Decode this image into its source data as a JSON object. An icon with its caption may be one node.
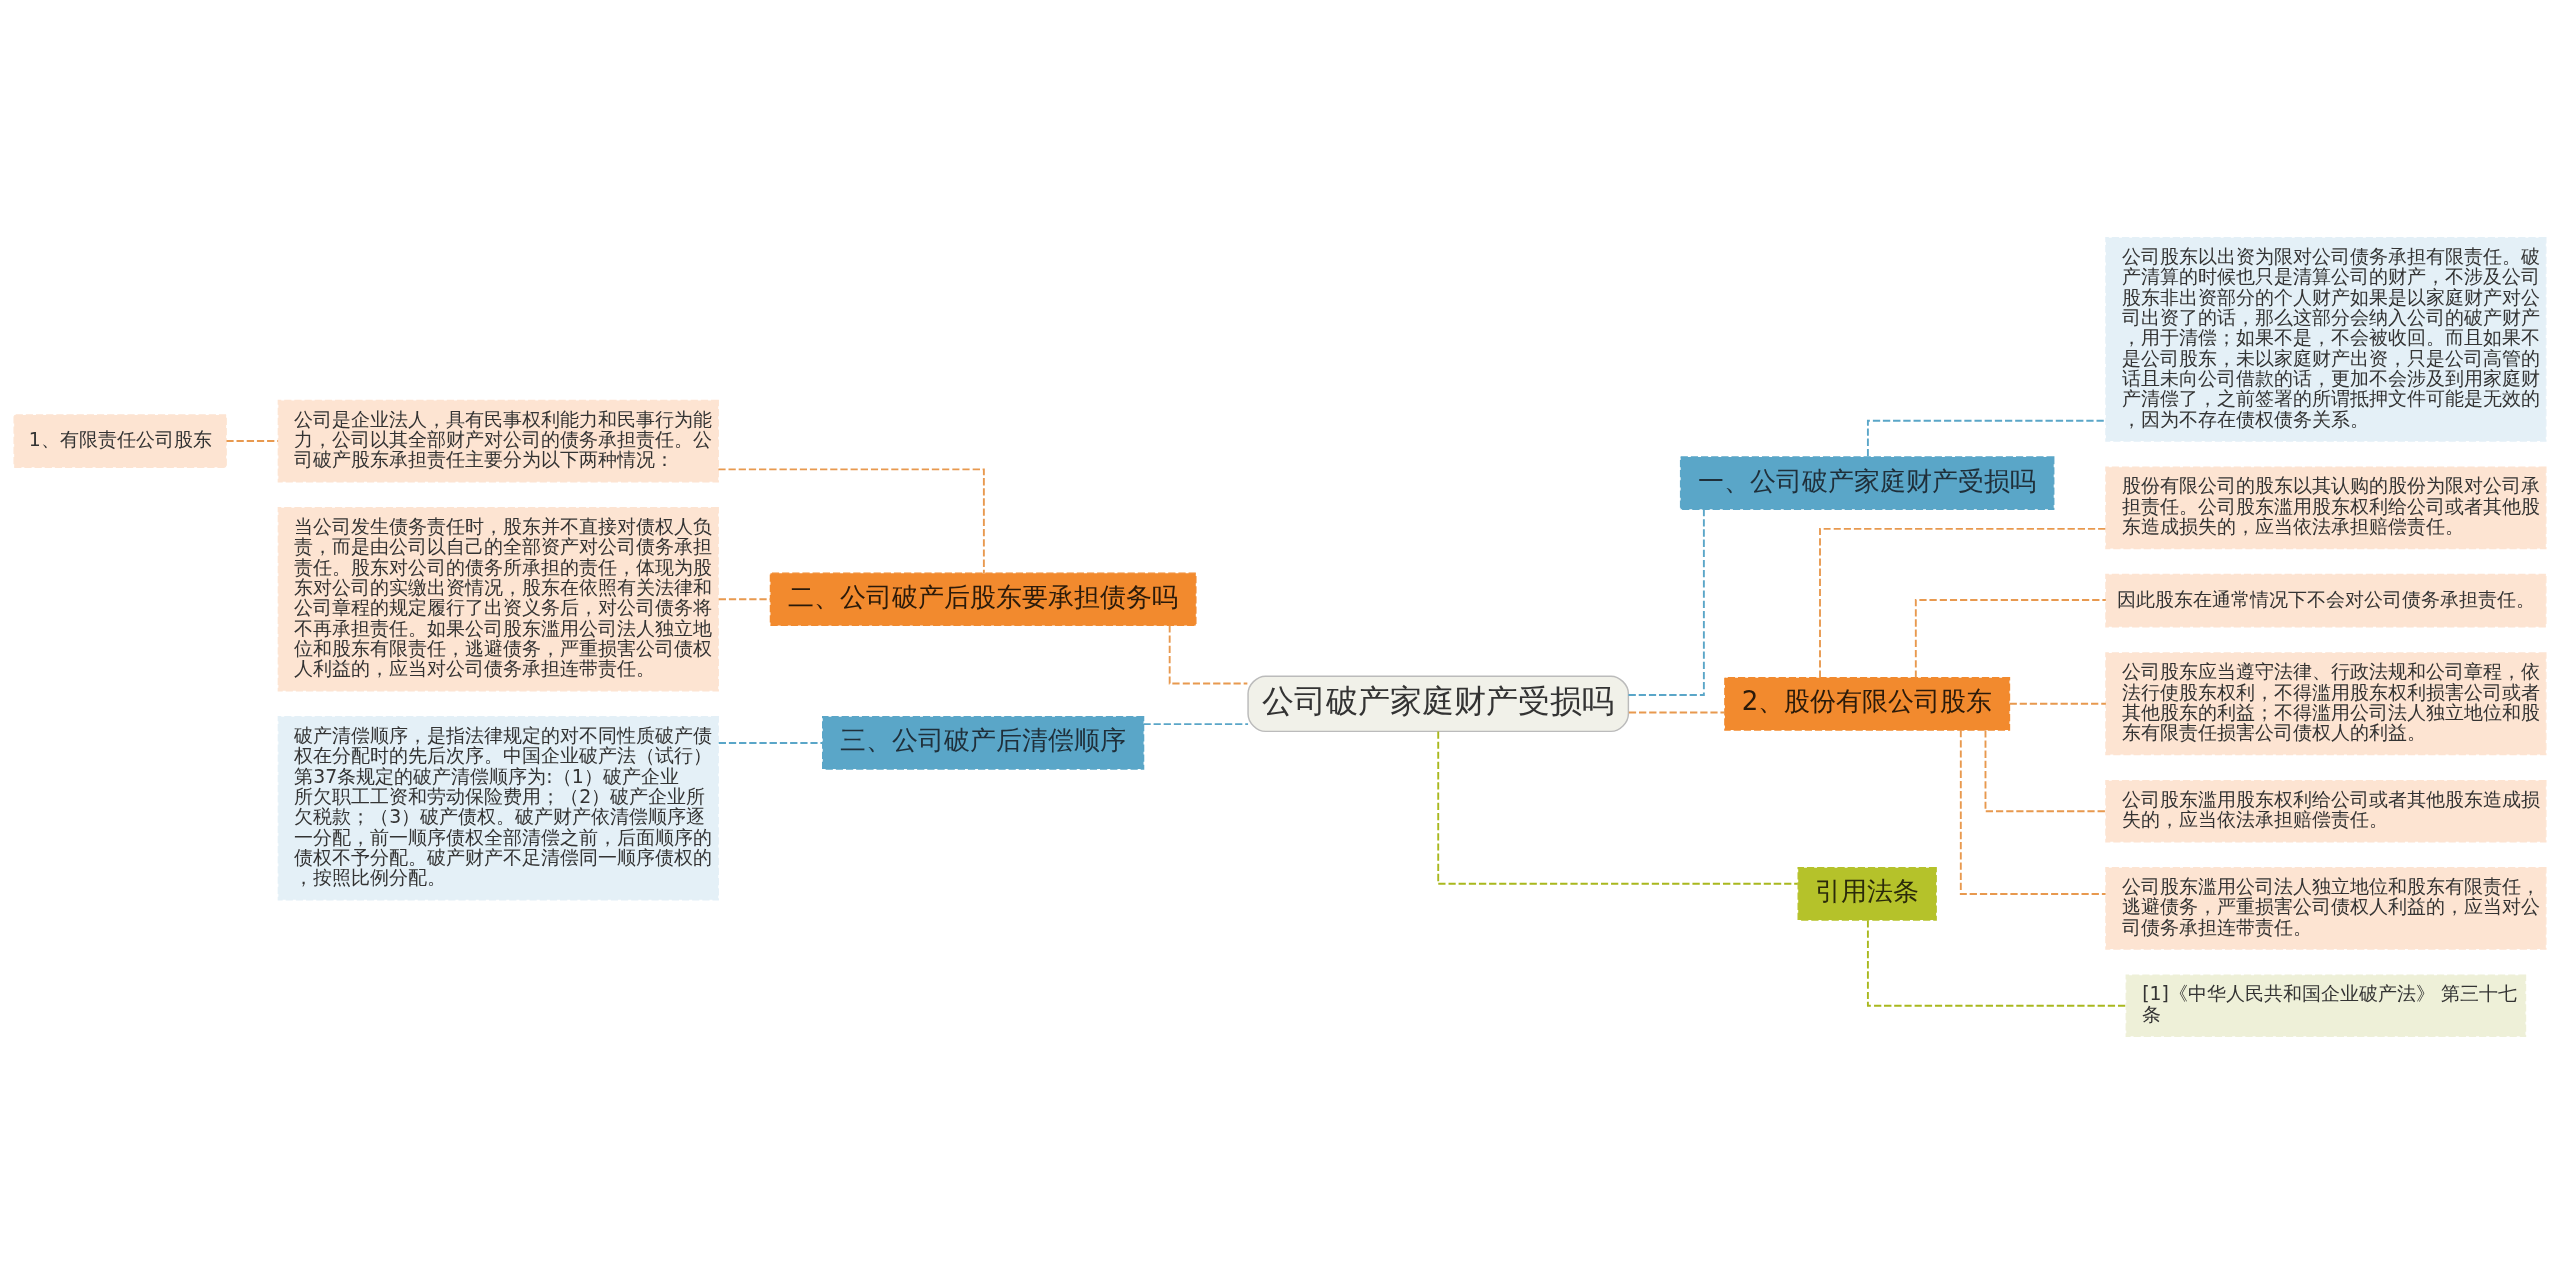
{
  "diagram": {
    "nodes": [
      {
        "text": [
          "公司破产家庭财产受损吗"
        ]
      },
      {
        "text": [
          "一、公司破产家庭财产受损吗"
        ]
      },
      {
        "text": [
          "公司股东以出资为限对公司债务承担有限责任。破产清算的时候也只是清算公司的财产，不涉及公司股东非出资部分的个人财产如果是以家庭财产对公司出资了的话，那么这部分会纳入公司的破产财产，用于清偿；如果不是，不会被收回。而且如果不是公司股东，未以家庭财产出资，只是公司高管的话且未向公司借款的话，更加不会涉及到用家庭财产清偿了，之前签署的所谓抵押文件可能是无效的，因为不存在债权债务关系。"
        ]
      },
      {
        "text": [
          "2、股份有限公司股东"
        ]
      },
      {
        "text": [
          "股份有限公司的股东以其认购的股份为限对公司承担责任。公司股东滥用股东权利给公司或者其他股东造成损失的，应当依法承担赔偿责任。"
        ]
      },
      {
        "text": [
          "因此股东在通常情况下不会对公司债务承担责任。"
        ]
      },
      {
        "text": [
          "公司股东应当遵守法律、行政法规和公司章程，依法行使股东权利，不得滥用股东权利损害公司或者其他股东的利益；不得滥用公司法人独立地位和股东有限责任损害公司债权人的利益。"
        ]
      },
      {
        "text": [
          "公司股东滥用股东权利给公司或者其他股东造成损失的，应当依法承担赔偿责任。"
        ]
      },
      {
        "text": [
          "公司股东滥用公司法人独立地位和股东有限责任，逃避债务，严重损害公司债权人利益的，应当对公司债务承担连带责任。"
        ]
      },
      {
        "text": [
          "引用法条"
        ]
      },
      {
        "text": [
          "[1]《中华人民共和国企业破产法》 第三十七条"
        ]
      },
      {
        "text": [
          "二、公司破产后股东要承担债务吗"
        ]
      },
      {
        "text": [
          "公司是企业法人，具有民事权利能力和民事行为能力，公司以其全部财产对公司的债务承担责任。公司破产股东承担责任主要分为以下两种情况："
        ]
      },
      {
        "text": [
          "1、有限责任公司股东"
        ]
      },
      {
        "text": [
          "当公司发生债务责任时，股东并不直接对债权人负责，而是由公司以自己的全部资产对公司债务承担责任。股东对公司的债务所承担的责任，体现为股东对公司的实缴出资情况，股东在依照有关法律和公司章程的规定履行了出资义务后，对公司债务将不再承担责任。如果公司股东滥用公司法人独立地位和股东有限责任，逃避债务，严重损害公司债权人利益的，应当对公司债务承担连带责任。"
        ]
      },
      {
        "text": [
          "三、公司破产后清偿顺序"
        ]
      },
      {
        "text": [
          "破产清偿顺序，是指法律规定的对不同性质破产债权在分配时的先后次序。中国企业破产法（试行）第37条规定的破产清偿顺序为:（1）破产企业所欠职工工资和劳动保险费用；（2）破产企业所欠税款；（3）破产债权。破产财产依清偿顺序逐一分配，前一顺序债权全部清偿之前，后面顺序的债权不予分配。破产财产不足清偿同一顺序债权的，按照比例分配。"
        ]
      }
    ],
    "edges": [
      {
        "from": 0,
        "to": 1,
        "arrow": "none",
        "style": "dashed",
        "color": "#5aa6c8"
      },
      {
        "from": 1,
        "to": 2,
        "arrow": "none",
        "style": "dashed",
        "color": "#5aa6c8"
      },
      {
        "from": 0,
        "to": 3,
        "arrow": "none",
        "style": "dashed"
      },
      {
        "from": 3,
        "to": 4,
        "arrow": "none",
        "style": "dashed"
      },
      {
        "from": 3,
        "to": 5,
        "arrow": "none",
        "style": "dashed"
      },
      {
        "from": 3,
        "to": 6,
        "arrow": "none",
        "style": "dashed"
      },
      {
        "from": 3,
        "to": 7,
        "arrow": "none",
        "style": "dashed"
      },
      {
        "from": 3,
        "to": 8,
        "arrow": "none",
        "style": "dashed"
      },
      {
        "from": 0,
        "to": 9,
        "arrow": "none",
        "style": "dashed",
        "color": "#a9b81e"
      },
      {
        "from": 9,
        "to": 10,
        "arrow": "none",
        "style": "dashed",
        "color": "#a9b81e"
      },
      {
        "from": 0,
        "to": 11,
        "arrow": "none",
        "style": "dashed"
      },
      {
        "from": 11,
        "to": 12,
        "arrow": "none",
        "style": "dashed"
      },
      {
        "from": 12,
        "to": 13,
        "arrow": "none",
        "style": "dashed"
      },
      {
        "from": 11,
        "to": 14,
        "arrow": "none",
        "style": "dashed"
      },
      {
        "from": 0,
        "to": 15,
        "arrow": "none",
        "style": "dashed",
        "color": "#5aa6c8"
      },
      {
        "from": 15,
        "to": 16,
        "arrow": "none",
        "style": "dashed",
        "color": "#5aa6c8"
      }
    ]
  }
}
